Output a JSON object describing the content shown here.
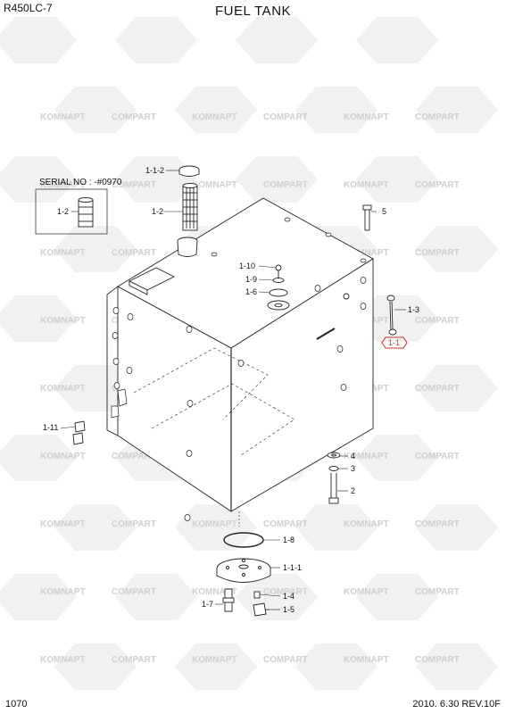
{
  "header": {
    "model": "R450LC-7",
    "title": "FUEL TANK"
  },
  "footer": {
    "page_number": "1070",
    "revision": "2010. 6.30  REV.10F"
  },
  "serial_note": "SERIAL NO : -#0970",
  "watermark": {
    "brand_a": "KOMNAPT",
    "brand_b": "COMPART"
  },
  "part_labels": {
    "p1_1": "1-1",
    "p1_1_1": "1-1-1",
    "p1_1_2": "1-1-2",
    "p1_2_serial": "1-2",
    "p1_2": "1-2",
    "p1_3": "1-3",
    "p1_4": "1-4",
    "p1_5": "1-5",
    "p1_6": "1-6",
    "p1_7": "1-7",
    "p1_8": "1-8",
    "p1_9": "1-9",
    "p1_10": "1-10",
    "p1_11": "1-11",
    "p2": "2",
    "p3": "3",
    "p4": "4",
    "p5": "5"
  },
  "colors": {
    "line": "#222222",
    "watermark": "#cfcfcf",
    "highlight": "#c0392b"
  }
}
